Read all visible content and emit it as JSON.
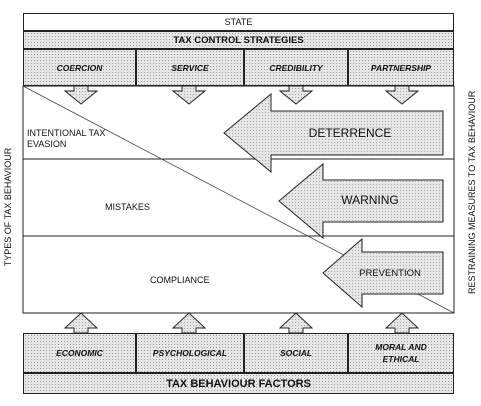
{
  "top": {
    "state": "STATE",
    "strategies_title": "TAX CONTROL STRATEGIES",
    "strategies": [
      "COERCION",
      "SERVICE",
      "CREDIBILITY",
      "PARTNERSHIP"
    ]
  },
  "left_axis": "TYPES OF TAX BEHAVIOUR",
  "right_axis": "RESTRAINING MEASURES TO TAX BEHAVIOUR",
  "rows": {
    "intentional": "INTENTIONAL TAX EVASION",
    "mistakes": "MISTAKES",
    "compliance": "COMPLIANCE"
  },
  "measures": {
    "deterrence": "DETERRENCE",
    "warning": "WARNING",
    "prevention": "PREVENTION"
  },
  "bottom": {
    "factors": [
      "ECONOMIC",
      "PSYCHOLOGICAL",
      "SOCIAL",
      "MORAL AND ETHICAL"
    ],
    "factors_title": "TAX BEHAVIOUR FACTORS"
  },
  "colors": {
    "fill": "#e6e6e6",
    "dot": "#9a9a9a",
    "line": "#222222"
  }
}
